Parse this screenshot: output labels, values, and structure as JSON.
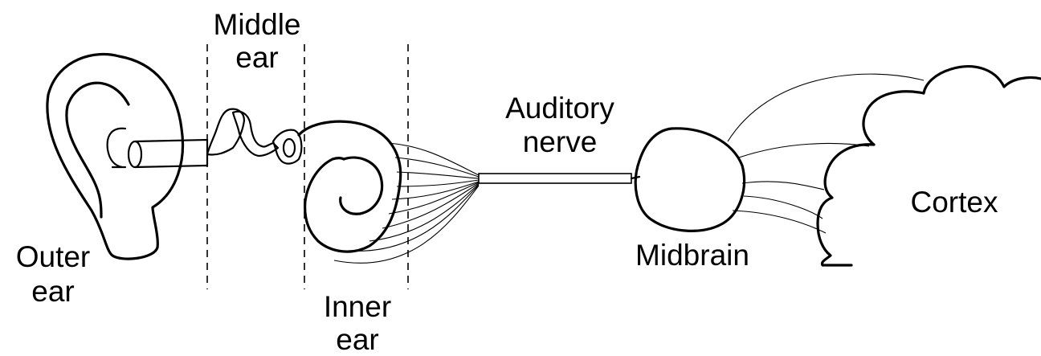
{
  "labels": {
    "middle_ear_line1": "Middle",
    "middle_ear_line2": "ear",
    "outer_ear_line1": "Outer",
    "outer_ear_line2": "ear",
    "inner_ear_line1": "Inner",
    "inner_ear_line2": "ear",
    "auditory_nerve_line1": "Auditory",
    "auditory_nerve_line2": "nerve",
    "midbrain": "Midbrain",
    "cortex": "Cortex"
  }
}
